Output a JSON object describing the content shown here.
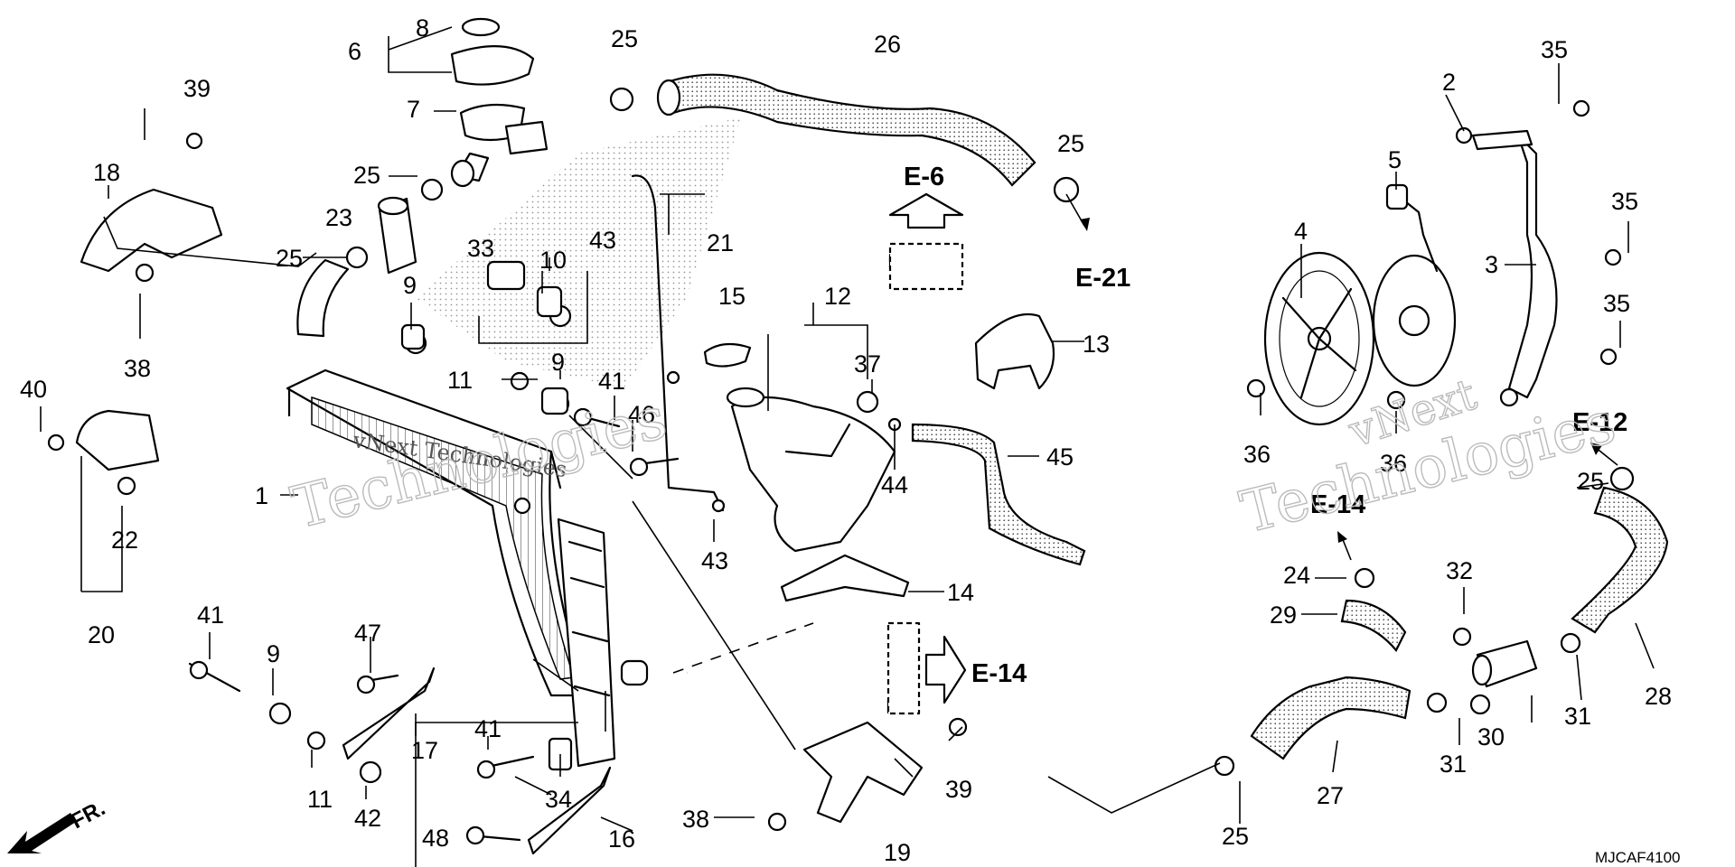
{
  "diagram": {
    "part_labels": [
      "1",
      "2",
      "3",
      "4",
      "5",
      "6",
      "7",
      "8",
      "9",
      "9",
      "9",
      "10",
      "11",
      "11",
      "12",
      "13",
      "14",
      "15",
      "16",
      "17",
      "18",
      "19",
      "20",
      "21",
      "22",
      "23",
      "24",
      "25",
      "25",
      "25",
      "25",
      "25",
      "25",
      "26",
      "27",
      "28",
      "29",
      "30",
      "31",
      "31",
      "32",
      "33",
      "34",
      "35",
      "35",
      "35",
      "36",
      "36",
      "37",
      "38",
      "38",
      "39",
      "39",
      "40",
      "41",
      "41",
      "41",
      "42",
      "43",
      "43",
      "44",
      "45",
      "46",
      "47",
      "48"
    ],
    "ref_labels": [
      "E-6",
      "E-21",
      "E-12",
      "E-14",
      "E-14"
    ],
    "front_label": "FR.",
    "diagram_code": "MJCAF4100",
    "watermark_lines": [
      "vNext Technologies",
      "Technologies",
      "vNext",
      "Technologies"
    ]
  }
}
